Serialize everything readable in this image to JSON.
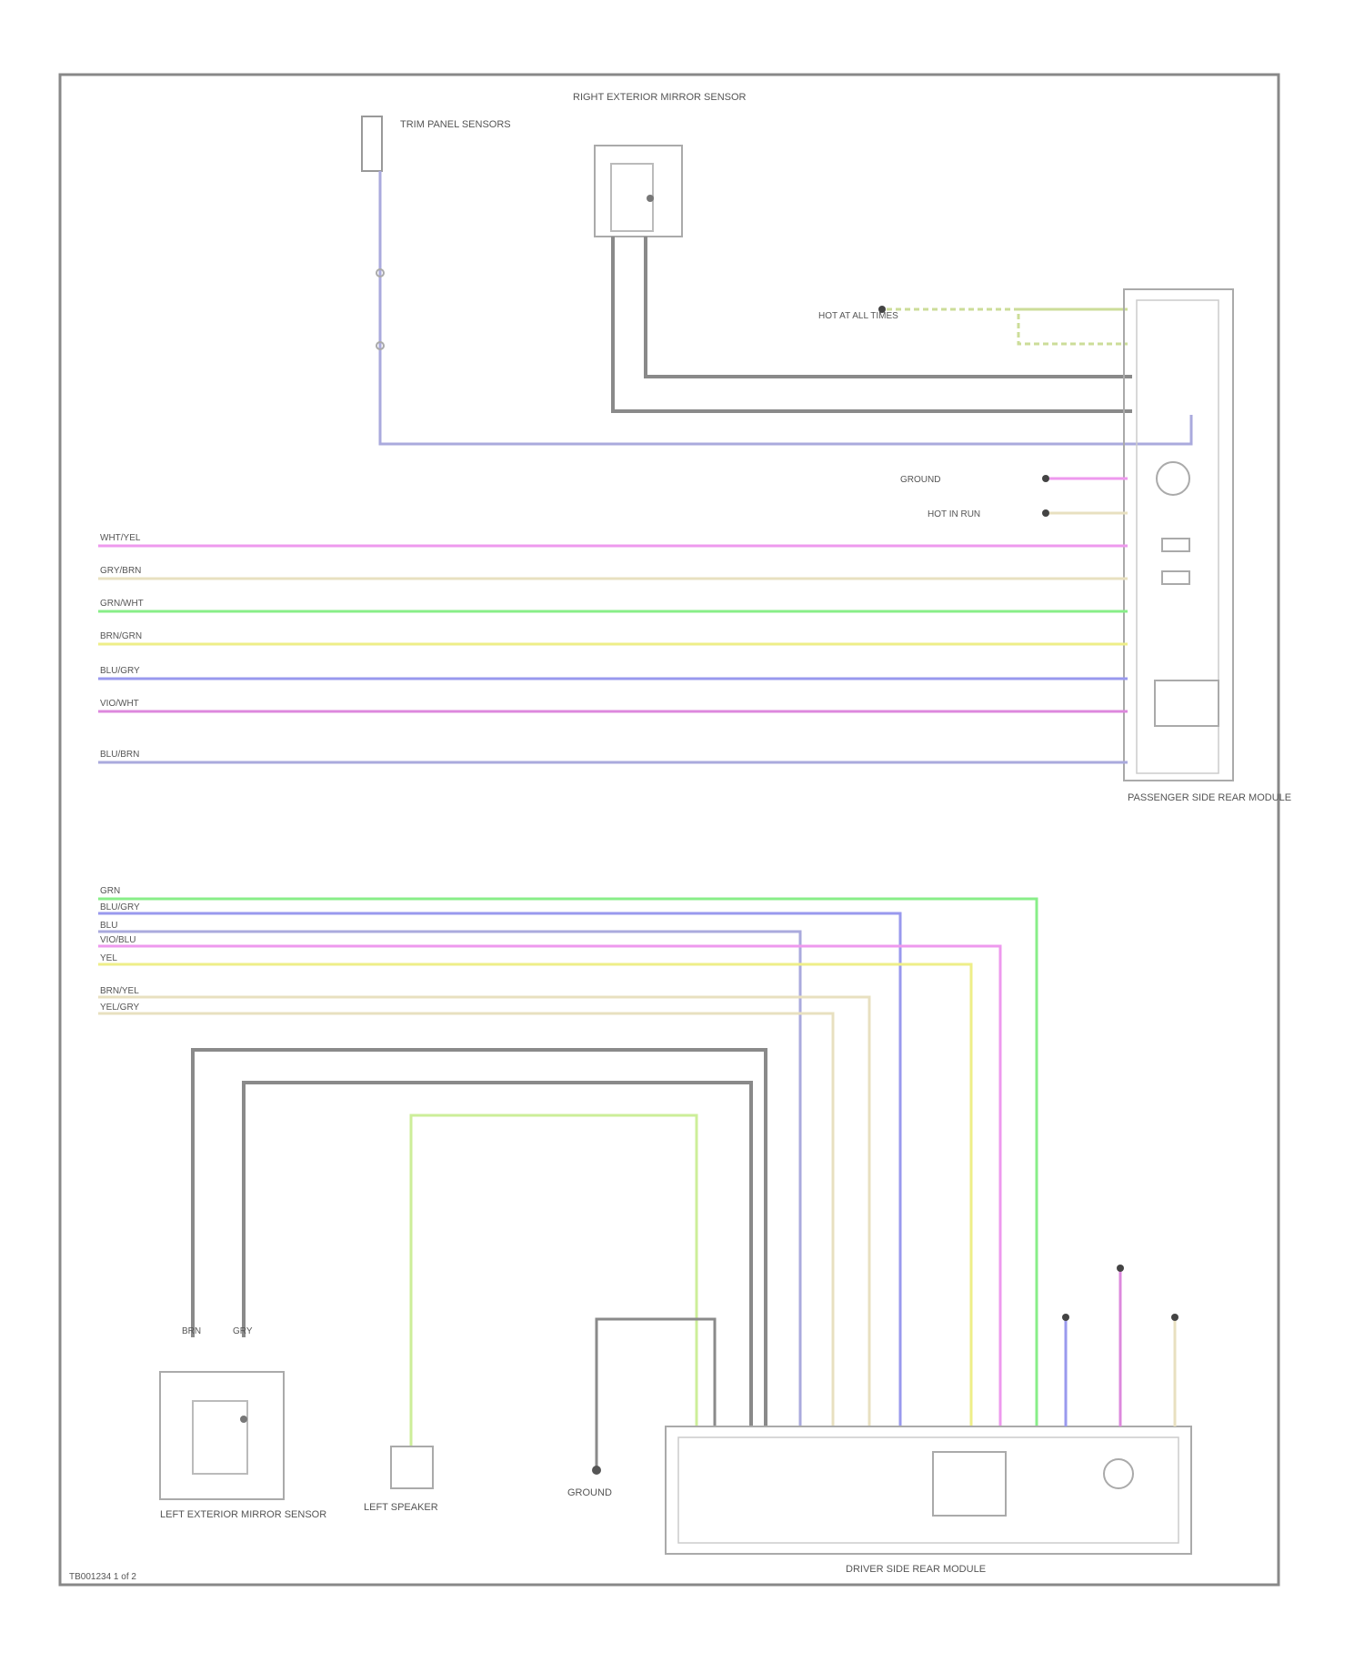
{
  "diagram": {
    "code": "TB001234 1 of 2",
    "components": {
      "top_connector": "TRIM PANEL SENSORS",
      "right_sensor_top": "RIGHT EXTERIOR MIRROR SENSOR",
      "right_module": "PASSENGER SIDE REAR MODULE",
      "left_sensor": "LEFT EXTERIOR MIRROR SENSOR",
      "left_speaker": "LEFT SPEAKER",
      "center_ground": "GROUND",
      "bottom_module": "DRIVER SIDE REAR MODULE",
      "pwr_label_a": "HOT AT ALL TIMES",
      "pwr_label_b": "GROUND",
      "pwr_label_c": "HOT IN RUN"
    },
    "wire_labels": {
      "w1": "WHT/YEL",
      "w2": "GRY/BRN",
      "w3": "GRN/WHT",
      "w4": "BRN/GRN",
      "w5": "BLU/GRY",
      "w6": "VIO/WHT",
      "w7": "BLU/BRN",
      "b1": "GRN",
      "b2": "BLU/GRY",
      "b3": "BLU",
      "b4": "VIO/BLU",
      "b5": "YEL",
      "b6": "BRN/YEL",
      "b7": "YEL/GRY",
      "pin1": "BRN",
      "pin2": "GRY"
    },
    "colors": {
      "frame": "#777777",
      "gray_wire": "#8a8a8a",
      "pink": "#ee99ee",
      "cream": "#e8e0c0",
      "green": "#88ee88",
      "yellow": "#eeee88",
      "blue": "#9999ee",
      "violet": "#dd88dd",
      "lavender": "#aaaadd",
      "olive": "#ccdd99"
    }
  }
}
